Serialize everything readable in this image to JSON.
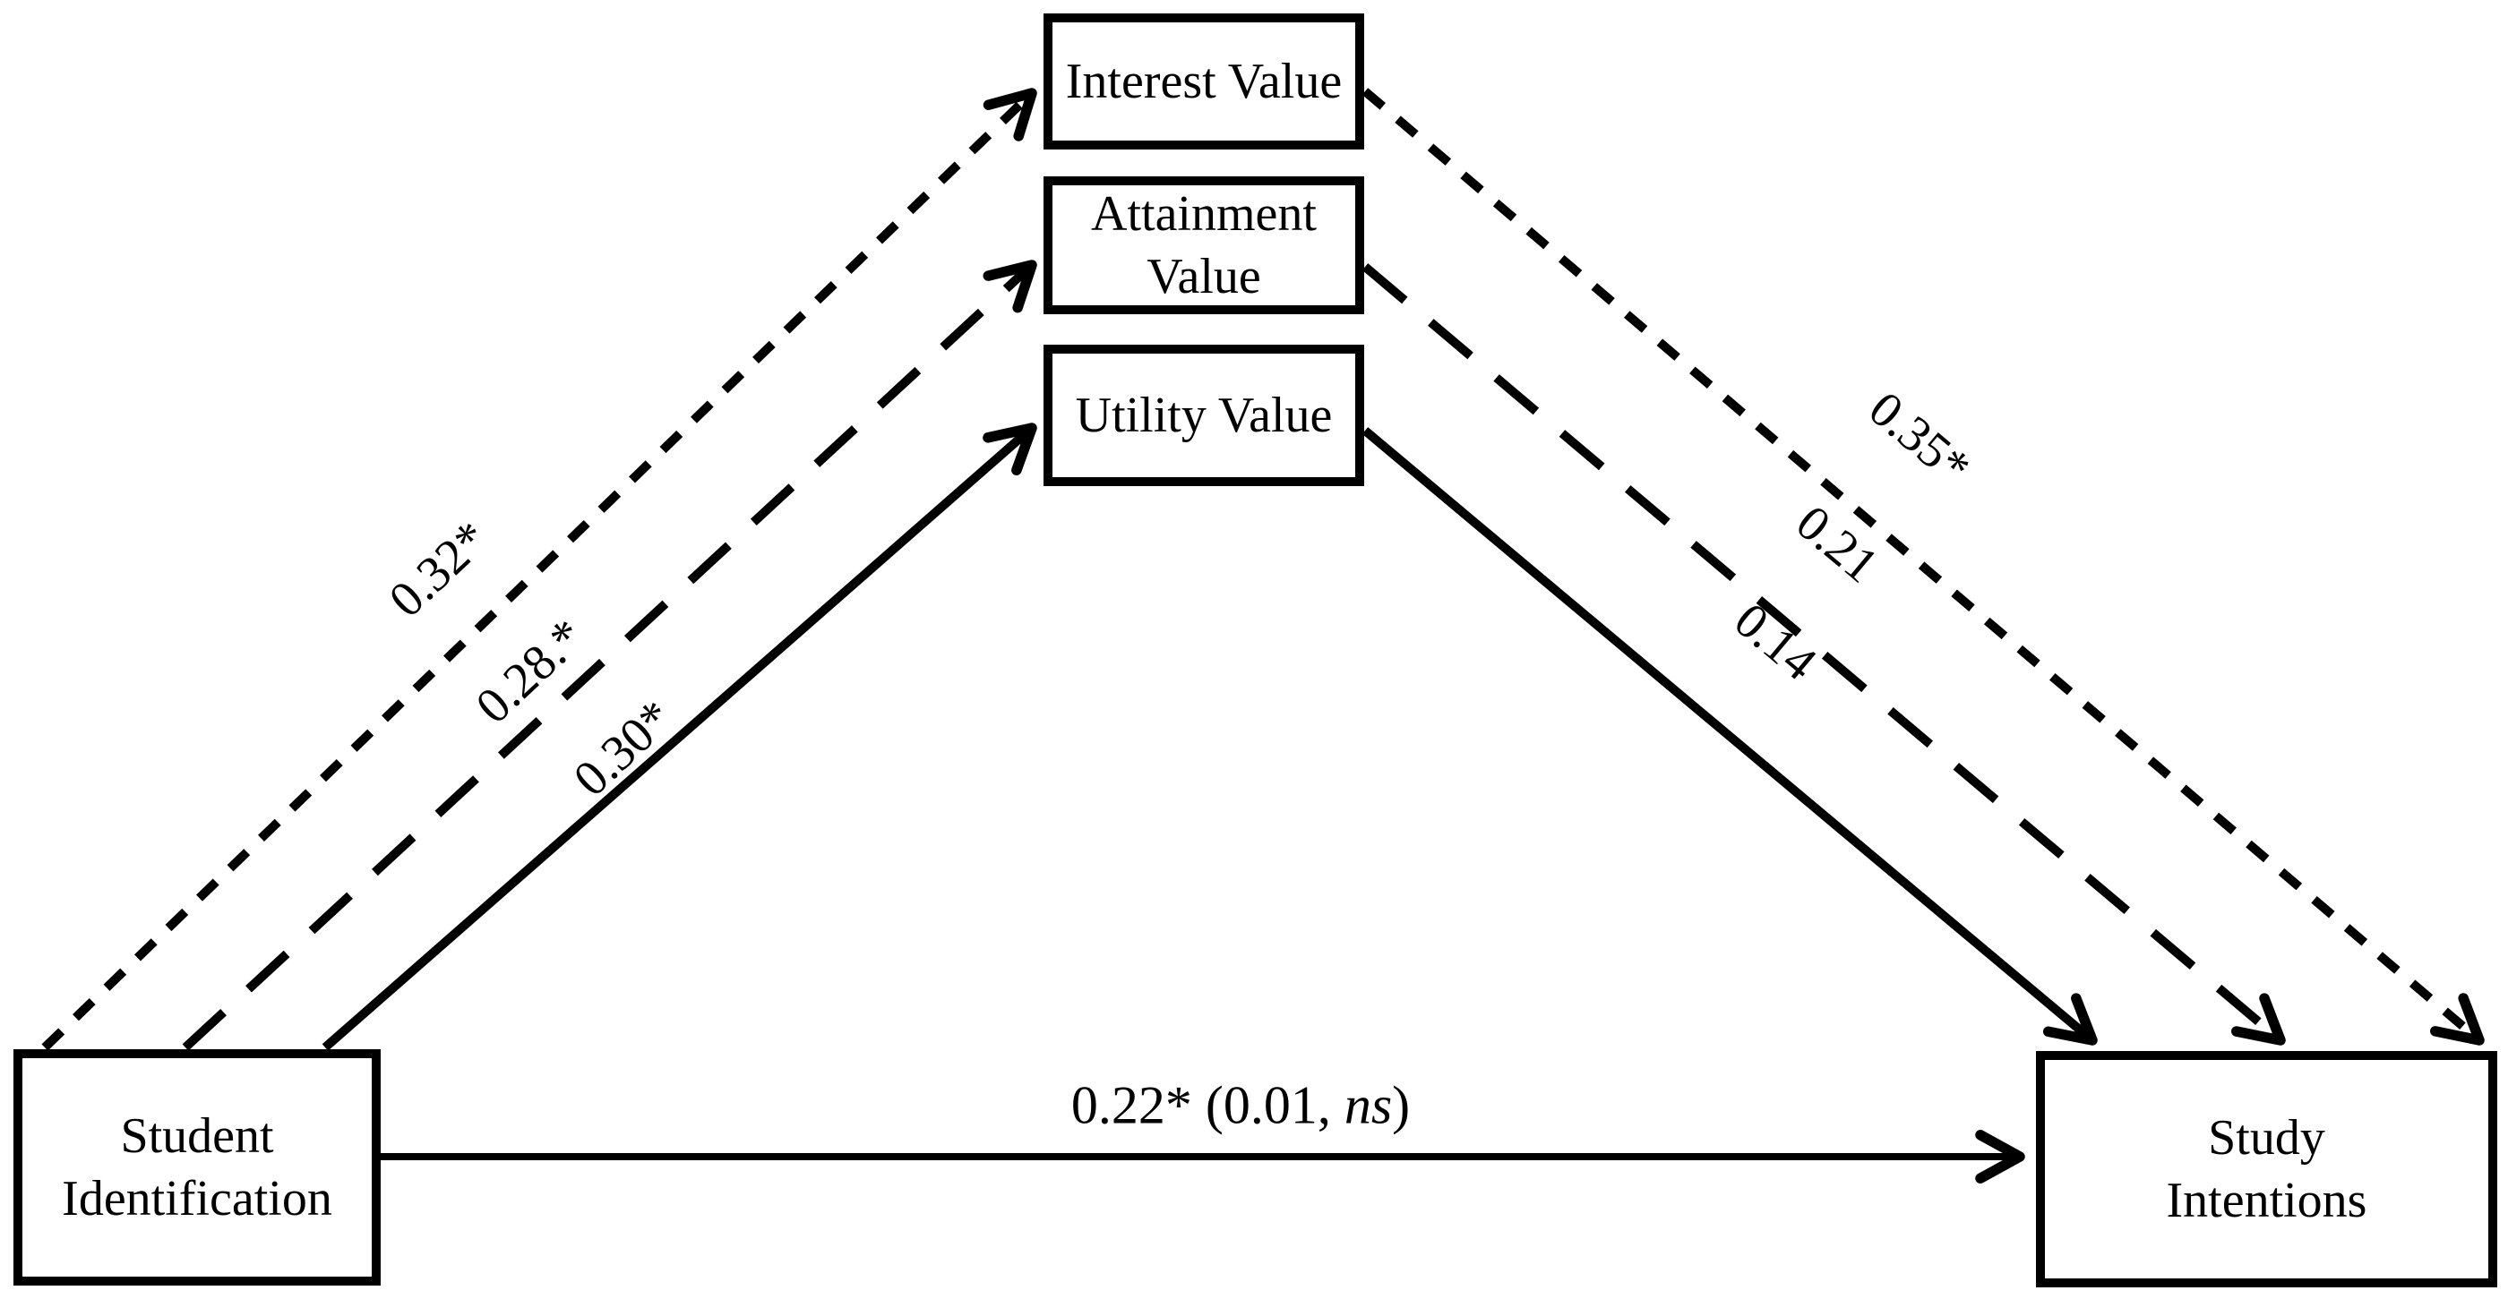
{
  "diagram": {
    "type": "mediation-path-model",
    "background": "#ffffff",
    "ink": "#000000",
    "nodes": {
      "student": {
        "line1": "Student",
        "line2": "Identification"
      },
      "interest": {
        "label": "Interest Value"
      },
      "attainment": {
        "label": "Attainment Value"
      },
      "utility": {
        "label": "Utility Value"
      },
      "study": {
        "line1": "Study",
        "line2": "Intentions"
      }
    },
    "paths": {
      "a": [
        {
          "from": "Student Identification",
          "to": "Interest Value",
          "label": "0.32*",
          "style": "dotted"
        },
        {
          "from": "Student Identification",
          "to": "Attainment Value",
          "label": "0.28.*",
          "style": "dashed"
        },
        {
          "from": "Student Identification",
          "to": "Utility Value",
          "label": "0.30*",
          "style": "solid"
        }
      ],
      "b": [
        {
          "from": "Interest Value",
          "to": "Study Intentions",
          "label": "0.35*",
          "style": "dotted"
        },
        {
          "from": "Attainment Value",
          "to": "Study Intentions",
          "label": "0.21",
          "style": "dashed"
        },
        {
          "from": "Utility Value",
          "to": "Study Intentions",
          "label": "0.14",
          "style": "solid"
        }
      ],
      "direct": {
        "from": "Student Identification",
        "to": "Study Intentions",
        "label_prefix": "0.22* (0.01, ",
        "label_italic": "ns",
        "label_suffix": ")",
        "style": "solid"
      }
    }
  }
}
